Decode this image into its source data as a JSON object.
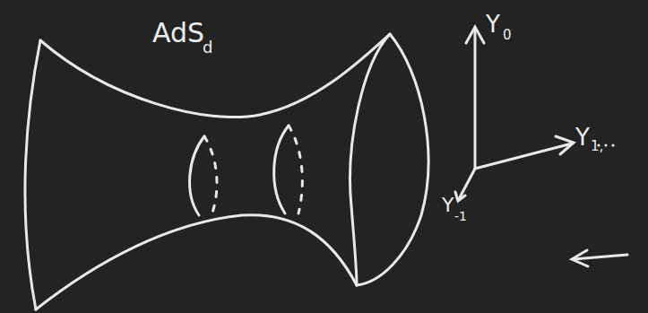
{
  "diagram": {
    "labels": [
      "AdS",
      "d",
      "Y",
      "0",
      "Y",
      "1,",
      "Y",
      "-1"
    ]
  }
}
